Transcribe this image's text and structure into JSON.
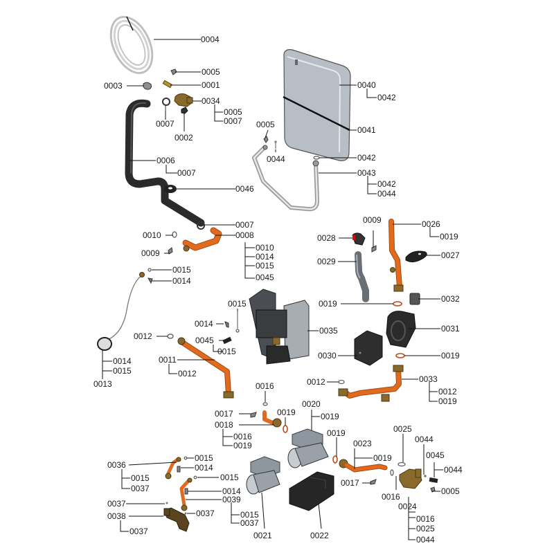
{
  "diagram": {
    "title": "Exploded parts diagram — boiler hydraulic group",
    "colors": {
      "copper": "#e06a1e",
      "hose": "#2b2b2b",
      "brass": "#8a6a2a",
      "ring": "#c04a1a",
      "vessel": "#b8bec6"
    },
    "callouts": [
      {
        "id": "c1",
        "label": "0004",
        "part": "coiled-tube"
      },
      {
        "id": "c2",
        "label": "0005",
        "part": "clip"
      },
      {
        "id": "c3",
        "label": "0001",
        "part": "valve-insert"
      },
      {
        "id": "c4",
        "label": "0003",
        "part": "clamp"
      },
      {
        "id": "c5",
        "label": "0034",
        "part": "brass-fitting",
        "subs": [
          "0005",
          "0007"
        ]
      },
      {
        "id": "c6",
        "label": "0007",
        "part": "hose-clamp"
      },
      {
        "id": "c7",
        "label": "0002",
        "part": "cap"
      },
      {
        "id": "c8",
        "label": "0006",
        "part": "drain-hose",
        "subs": [
          "0007"
        ]
      },
      {
        "id": "c9",
        "label": "0046",
        "part": "grommet"
      },
      {
        "id": "c10",
        "label": "0007",
        "part": "hose-clamp"
      },
      {
        "id": "c11",
        "label": "0008",
        "part": "copper-pipe",
        "subs": [
          "0010",
          "0014",
          "0015",
          "0045"
        ]
      },
      {
        "id": "c12",
        "label": "0010",
        "part": "o-ring"
      },
      {
        "id": "c13",
        "label": "0009",
        "part": "clip"
      },
      {
        "id": "c14",
        "label": "0015",
        "part": "seal"
      },
      {
        "id": "c15",
        "label": "0014",
        "part": "clip"
      },
      {
        "id": "c16",
        "label": "0013",
        "part": "sensor",
        "subs": [
          "0014",
          "0015"
        ]
      },
      {
        "id": "c17",
        "label": "0040",
        "part": "expansion-vessel",
        "subs": [
          "0042"
        ]
      },
      {
        "id": "c18",
        "label": "0041",
        "part": "vessel-strap"
      },
      {
        "id": "c19",
        "label": "0005",
        "part": "clip"
      },
      {
        "id": "c20",
        "label": "0044",
        "part": "seal"
      },
      {
        "id": "c21",
        "label": "0042",
        "part": "washer"
      },
      {
        "id": "c22",
        "label": "0043",
        "part": "flexible-pipe",
        "subs": [
          "0042",
          "0044"
        ]
      },
      {
        "id": "c23",
        "label": "0009",
        "part": "clip"
      },
      {
        "id": "c24",
        "label": "0026",
        "part": "copper-pipe",
        "subs": [
          "0019"
        ]
      },
      {
        "id": "c25",
        "label": "0028",
        "part": "air-vent"
      },
      {
        "id": "c26",
        "label": "0027",
        "part": "insulation-cap"
      },
      {
        "id": "c27",
        "label": "0029",
        "part": "hose"
      },
      {
        "id": "c28",
        "label": "0019",
        "part": "o-ring"
      },
      {
        "id": "c29",
        "label": "0032",
        "part": "air-purger"
      },
      {
        "id": "c30",
        "label": "0015",
        "part": "seal"
      },
      {
        "id": "c31",
        "label": "0014",
        "part": "clip"
      },
      {
        "id": "c32",
        "label": "0035",
        "part": "hydraulic-block"
      },
      {
        "id": "c33",
        "label": "0045",
        "part": "plug",
        "subs": [
          "0015"
        ]
      },
      {
        "id": "c34",
        "label": "0031",
        "part": "pump-body"
      },
      {
        "id": "c35",
        "label": "0012",
        "part": "o-ring"
      },
      {
        "id": "c36",
        "label": "0011",
        "part": "copper-pipe",
        "subs": [
          "0012"
        ]
      },
      {
        "id": "c37",
        "label": "0030",
        "part": "pump-motor"
      },
      {
        "id": "c38",
        "label": "0019",
        "part": "o-ring"
      },
      {
        "id": "c39",
        "label": "0016",
        "part": "seal"
      },
      {
        "id": "c40",
        "label": "0012",
        "part": "o-ring"
      },
      {
        "id": "c41",
        "label": "0033",
        "part": "copper-pipe",
        "subs": [
          "0012",
          "0019"
        ]
      },
      {
        "id": "c42",
        "label": "0017",
        "part": "clip"
      },
      {
        "id": "c43",
        "label": "0018",
        "part": "elbow",
        "subs": [
          "0016",
          "0019"
        ]
      },
      {
        "id": "c44",
        "label": "0019",
        "part": "o-ring"
      },
      {
        "id": "c45",
        "label": "0020",
        "part": "pump",
        "subs": [
          "0019"
        ]
      },
      {
        "id": "c46",
        "label": "0025",
        "part": "washer"
      },
      {
        "id": "c47",
        "label": "0044",
        "part": "seal"
      },
      {
        "id": "c48",
        "label": "0019",
        "part": "o-ring"
      },
      {
        "id": "c49",
        "label": "0023",
        "part": "copper-pipe",
        "subs": [
          "0019"
        ]
      },
      {
        "id": "c50",
        "label": "0045",
        "part": "plug",
        "subs": [
          "0044"
        ]
      },
      {
        "id": "c51",
        "label": "0036",
        "part": "copper-pipe",
        "subs": [
          "0015",
          "0037"
        ]
      },
      {
        "id": "c52",
        "label": "0015",
        "part": "seal"
      },
      {
        "id": "c53",
        "label": "0014",
        "part": "clip"
      },
      {
        "id": "c54",
        "label": "0015",
        "part": "seal"
      },
      {
        "id": "c55",
        "label": "0017",
        "part": "clip"
      },
      {
        "id": "c56",
        "label": "0016",
        "part": "seal"
      },
      {
        "id": "c57",
        "label": "0005",
        "part": "clip"
      },
      {
        "id": "c58",
        "label": "0014",
        "part": "clip"
      },
      {
        "id": "c59",
        "label": "0039",
        "part": "copper-pipe",
        "subs": [
          "0015",
          "0037"
        ]
      },
      {
        "id": "c60",
        "label": "0037",
        "part": "seal"
      },
      {
        "id": "c61",
        "label": "0037",
        "part": "seal"
      },
      {
        "id": "c62",
        "label": "0038",
        "part": "brass-valve",
        "subs": [
          "0037"
        ]
      },
      {
        "id": "c63",
        "label": "0024",
        "part": "brass-manifold",
        "subs": [
          "0016",
          "0025",
          "0044"
        ]
      },
      {
        "id": "c64",
        "label": "0021",
        "part": "pump"
      },
      {
        "id": "c65",
        "label": "0022",
        "part": "pump-mount"
      }
    ]
  }
}
